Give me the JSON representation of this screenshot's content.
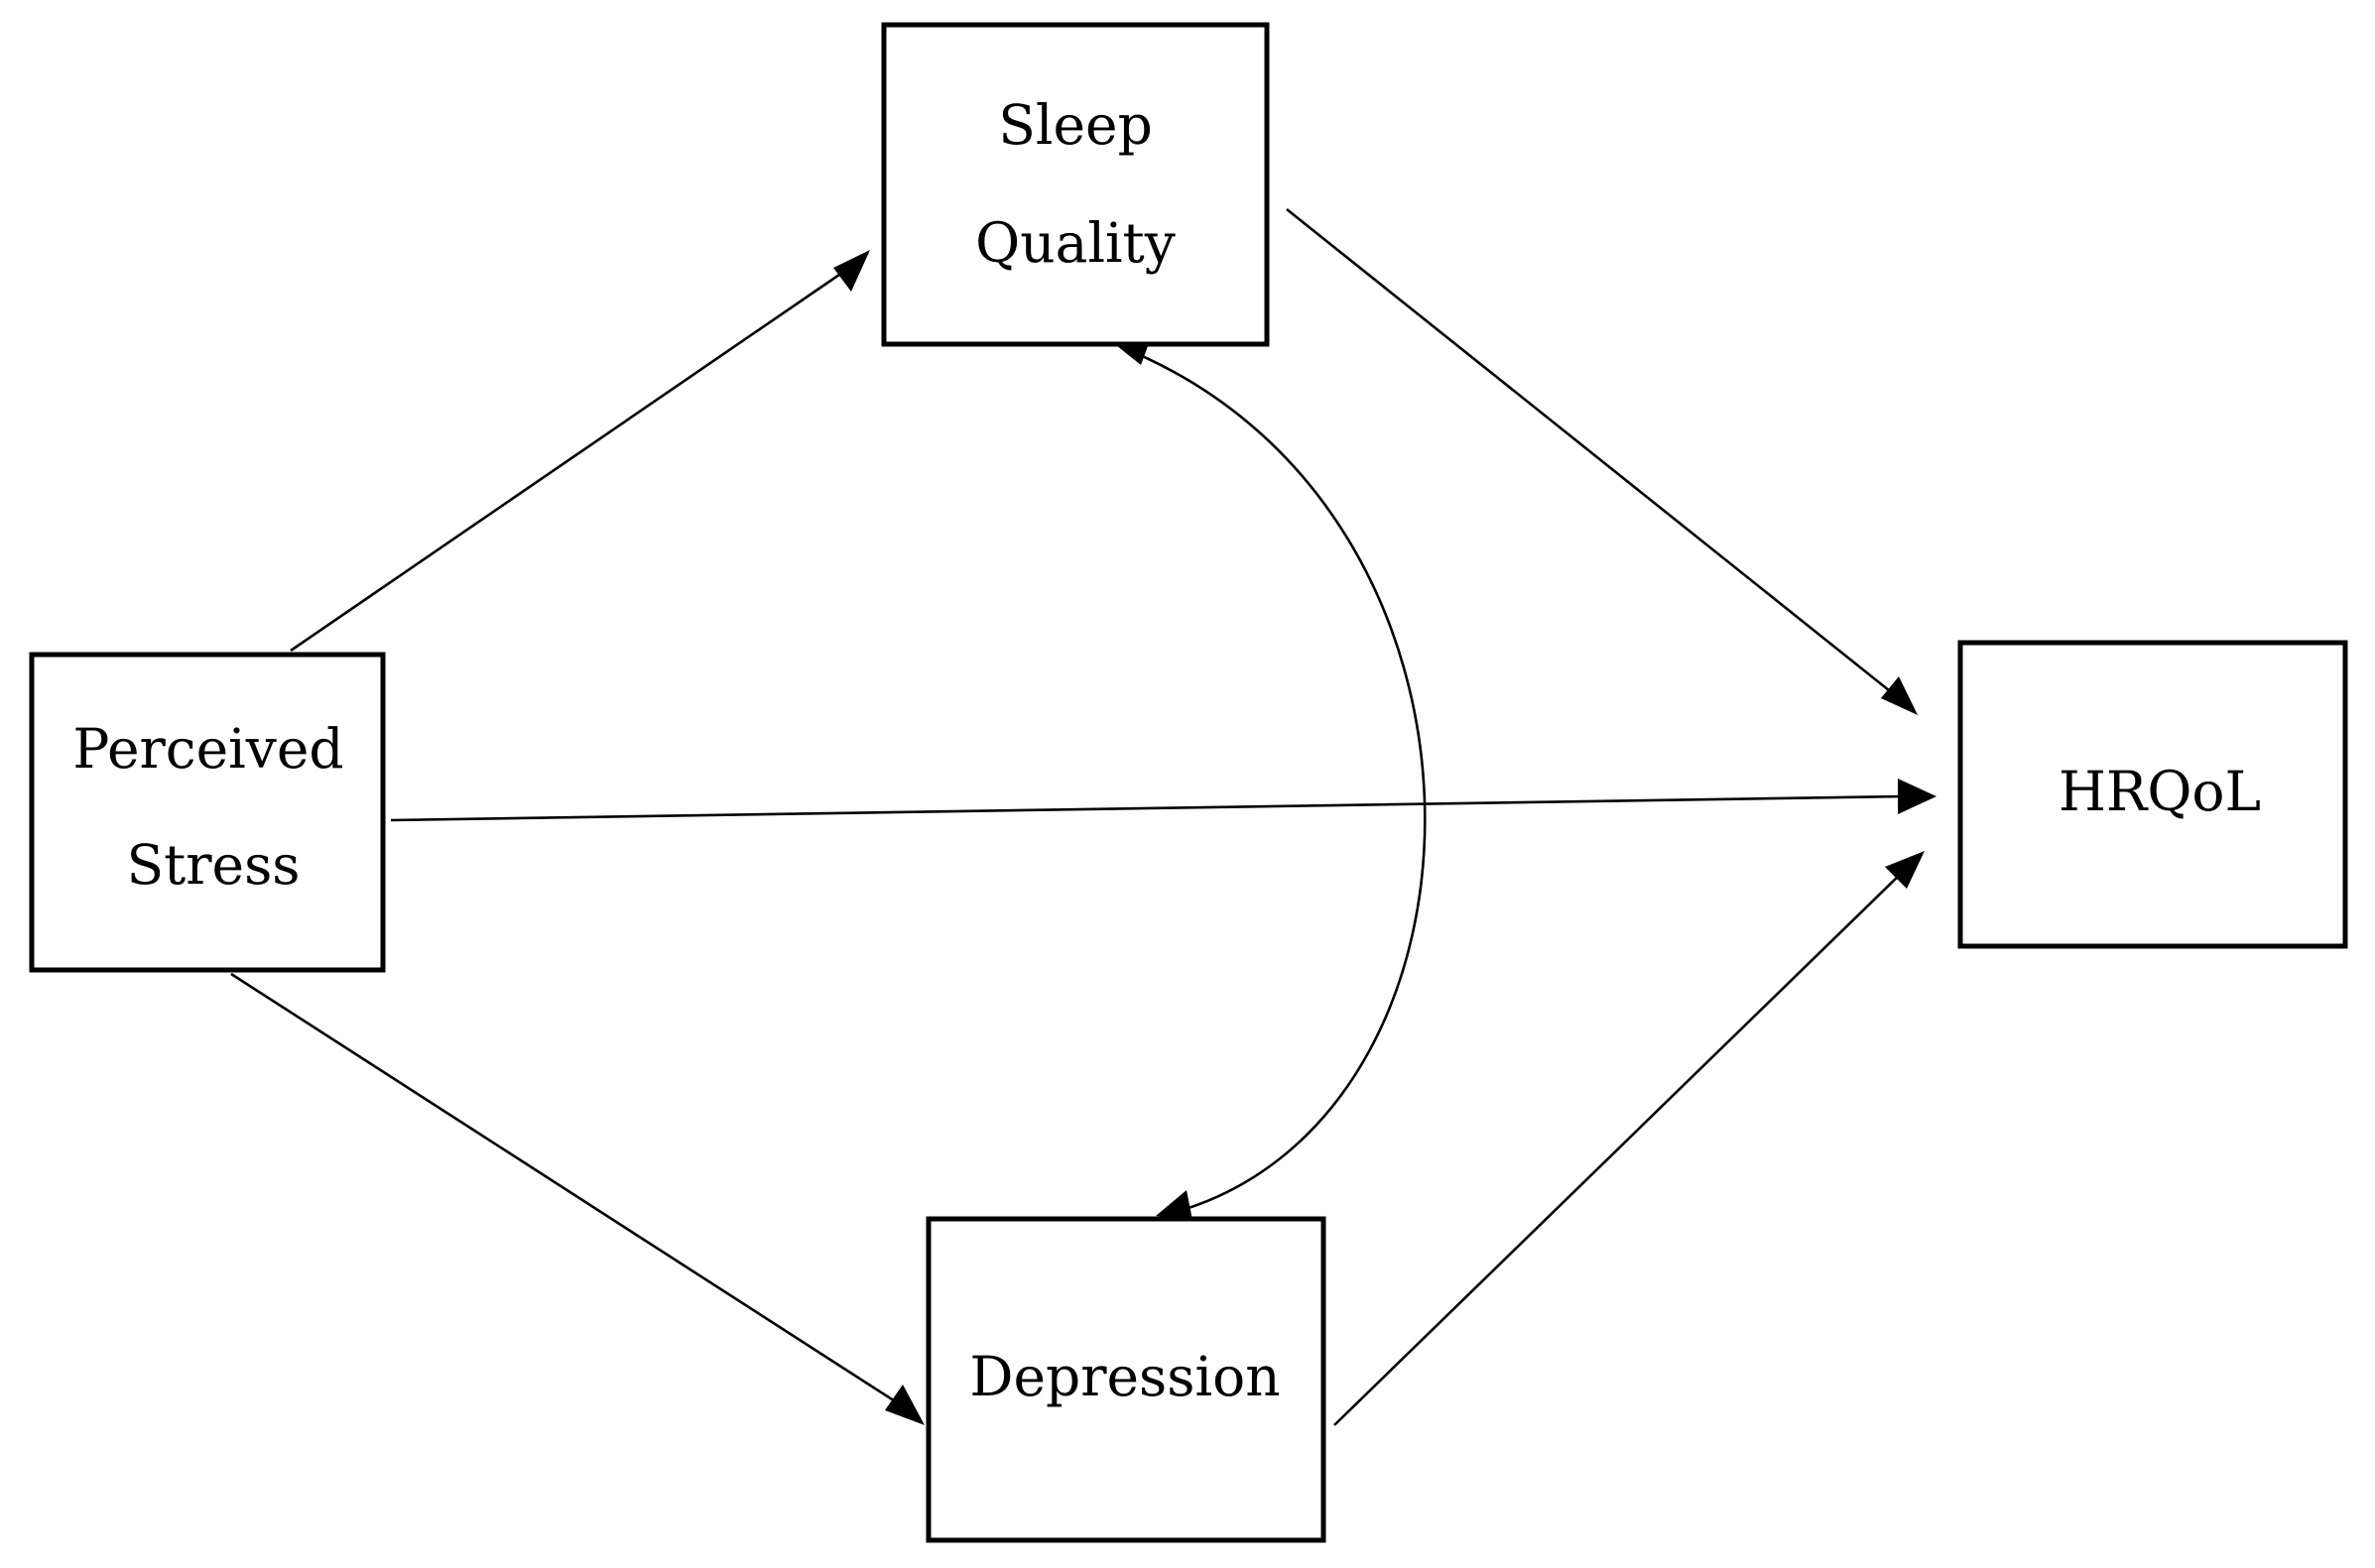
{
  "diagram": {
    "nodes": {
      "perceived_stress": {
        "lines": [
          "Perceived",
          "Stress"
        ]
      },
      "sleep_quality": {
        "lines": [
          "Sleep",
          "Quality"
        ]
      },
      "depression": {
        "lines": [
          "Depression"
        ]
      },
      "hrqol": {
        "lines": [
          "HRQoL"
        ]
      }
    },
    "edges": [
      {
        "from": "Perceived Stress",
        "to": "Sleep Quality",
        "type": "directed"
      },
      {
        "from": "Perceived Stress",
        "to": "HRQoL",
        "type": "directed"
      },
      {
        "from": "Perceived Stress",
        "to": "Depression",
        "type": "directed"
      },
      {
        "from": "Sleep Quality",
        "to": "HRQoL",
        "type": "directed"
      },
      {
        "from": "Depression",
        "to": "HRQoL",
        "type": "directed"
      },
      {
        "from": "Sleep Quality",
        "to": "Depression",
        "type": "bidirectional-curved"
      }
    ]
  }
}
